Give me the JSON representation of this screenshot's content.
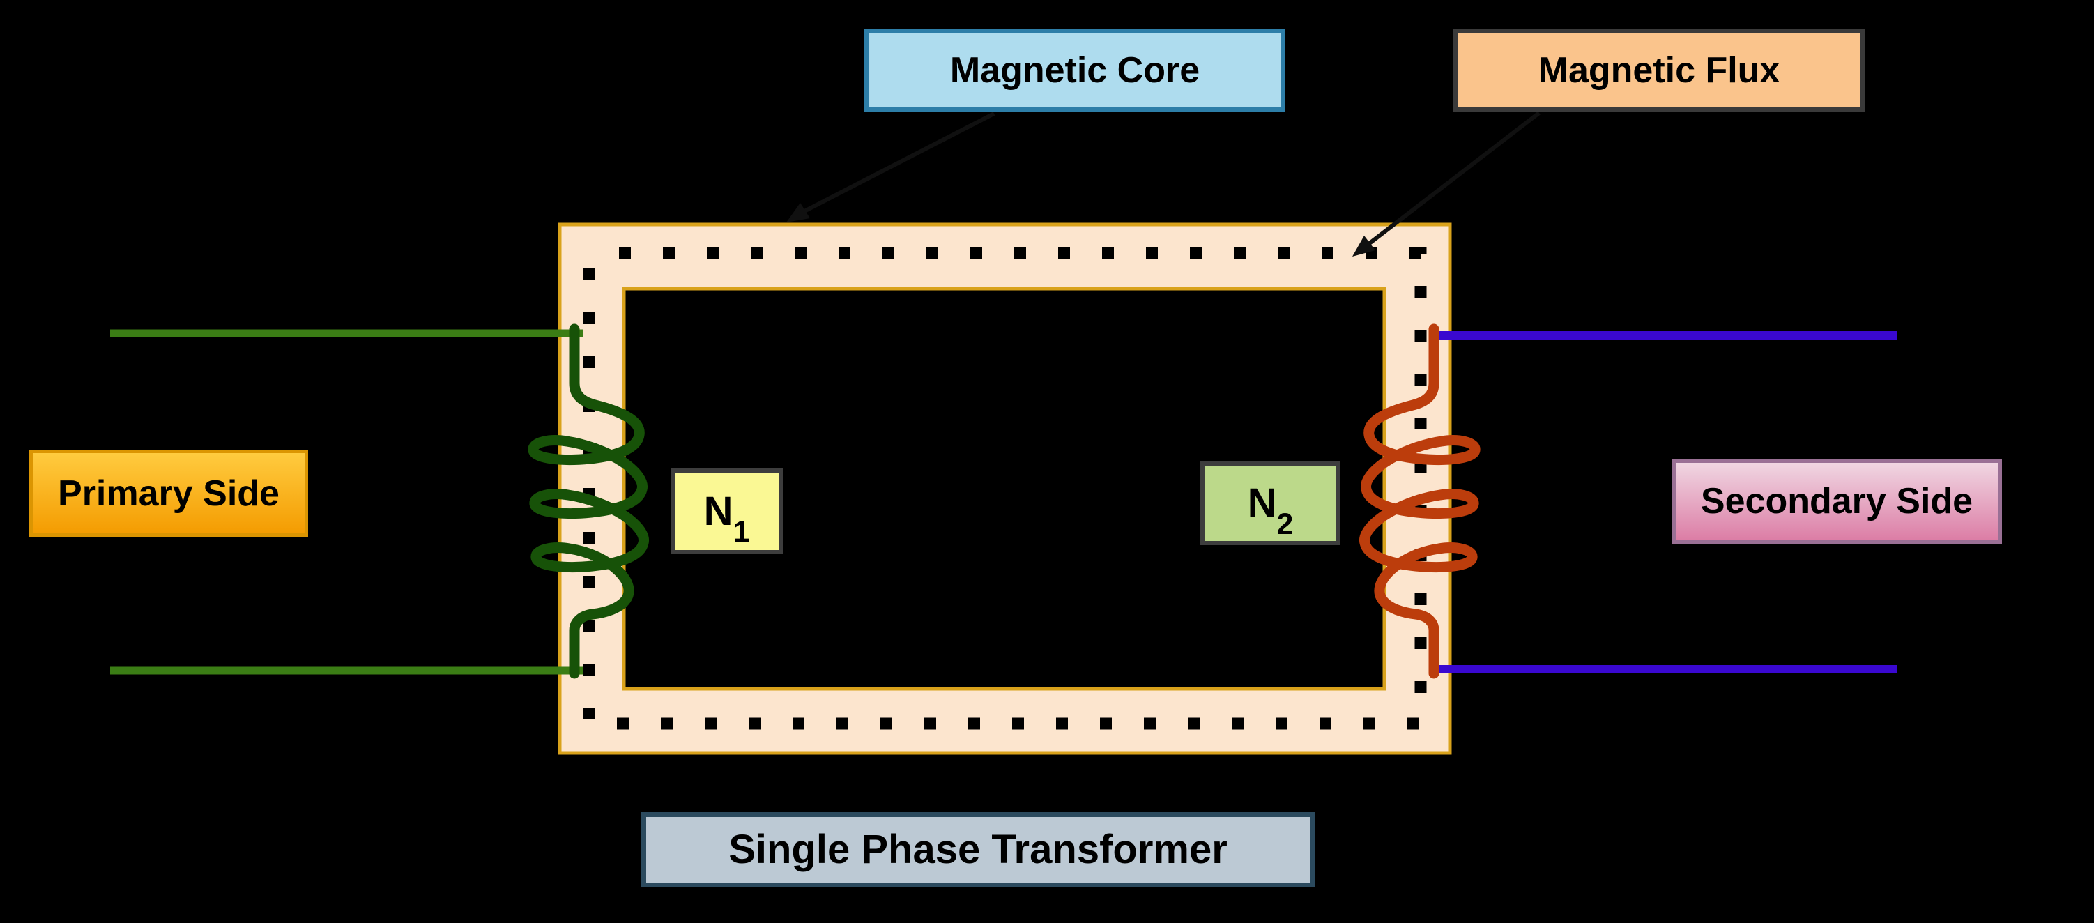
{
  "diagram": {
    "boxes": {
      "magnetic_core": {
        "label": "Magnetic Core"
      },
      "magnetic_flux": {
        "label": "Magnetic Flux"
      },
      "primary_side": {
        "label": "Primary Side"
      },
      "secondary_side": {
        "label": "Secondary Side"
      },
      "title": {
        "label": "Single Phase Transformer"
      },
      "primary_turns": {
        "base": "N",
        "sub": "1"
      },
      "secondary_turns": {
        "base": "N",
        "sub": "2"
      }
    },
    "colors": {
      "background": "#000000",
      "core_fill": "#FCE5CE",
      "core_border": "#D9A21B",
      "flux_dot": "#000000",
      "primary_wire": "#3B7D15",
      "primary_coil": "#175208",
      "secondary_wire": "#3A08D0",
      "secondary_coil": "#BC3D0C",
      "magnetic_core_fill": "#AEDCEE",
      "magnetic_core_border": "#2D7EA8",
      "magnetic_flux_fill": "#FAC48C",
      "magnetic_flux_border": "#3A3A3A",
      "primary_label_top": "#FFCB3F",
      "primary_label_bottom": "#F49C01",
      "primary_label_border": "#DB9502",
      "n1_fill": "#FAF894",
      "n2_fill": "#BCD98A",
      "n_border": "#3D3D3D",
      "secondary_label_top": "#F0D6E2",
      "secondary_label_bottom": "#DC7EA6",
      "secondary_label_border": "#9A7095",
      "title_fill": "#BCC9D4",
      "title_border": "#2B4A5E",
      "callout": "#101010"
    }
  }
}
